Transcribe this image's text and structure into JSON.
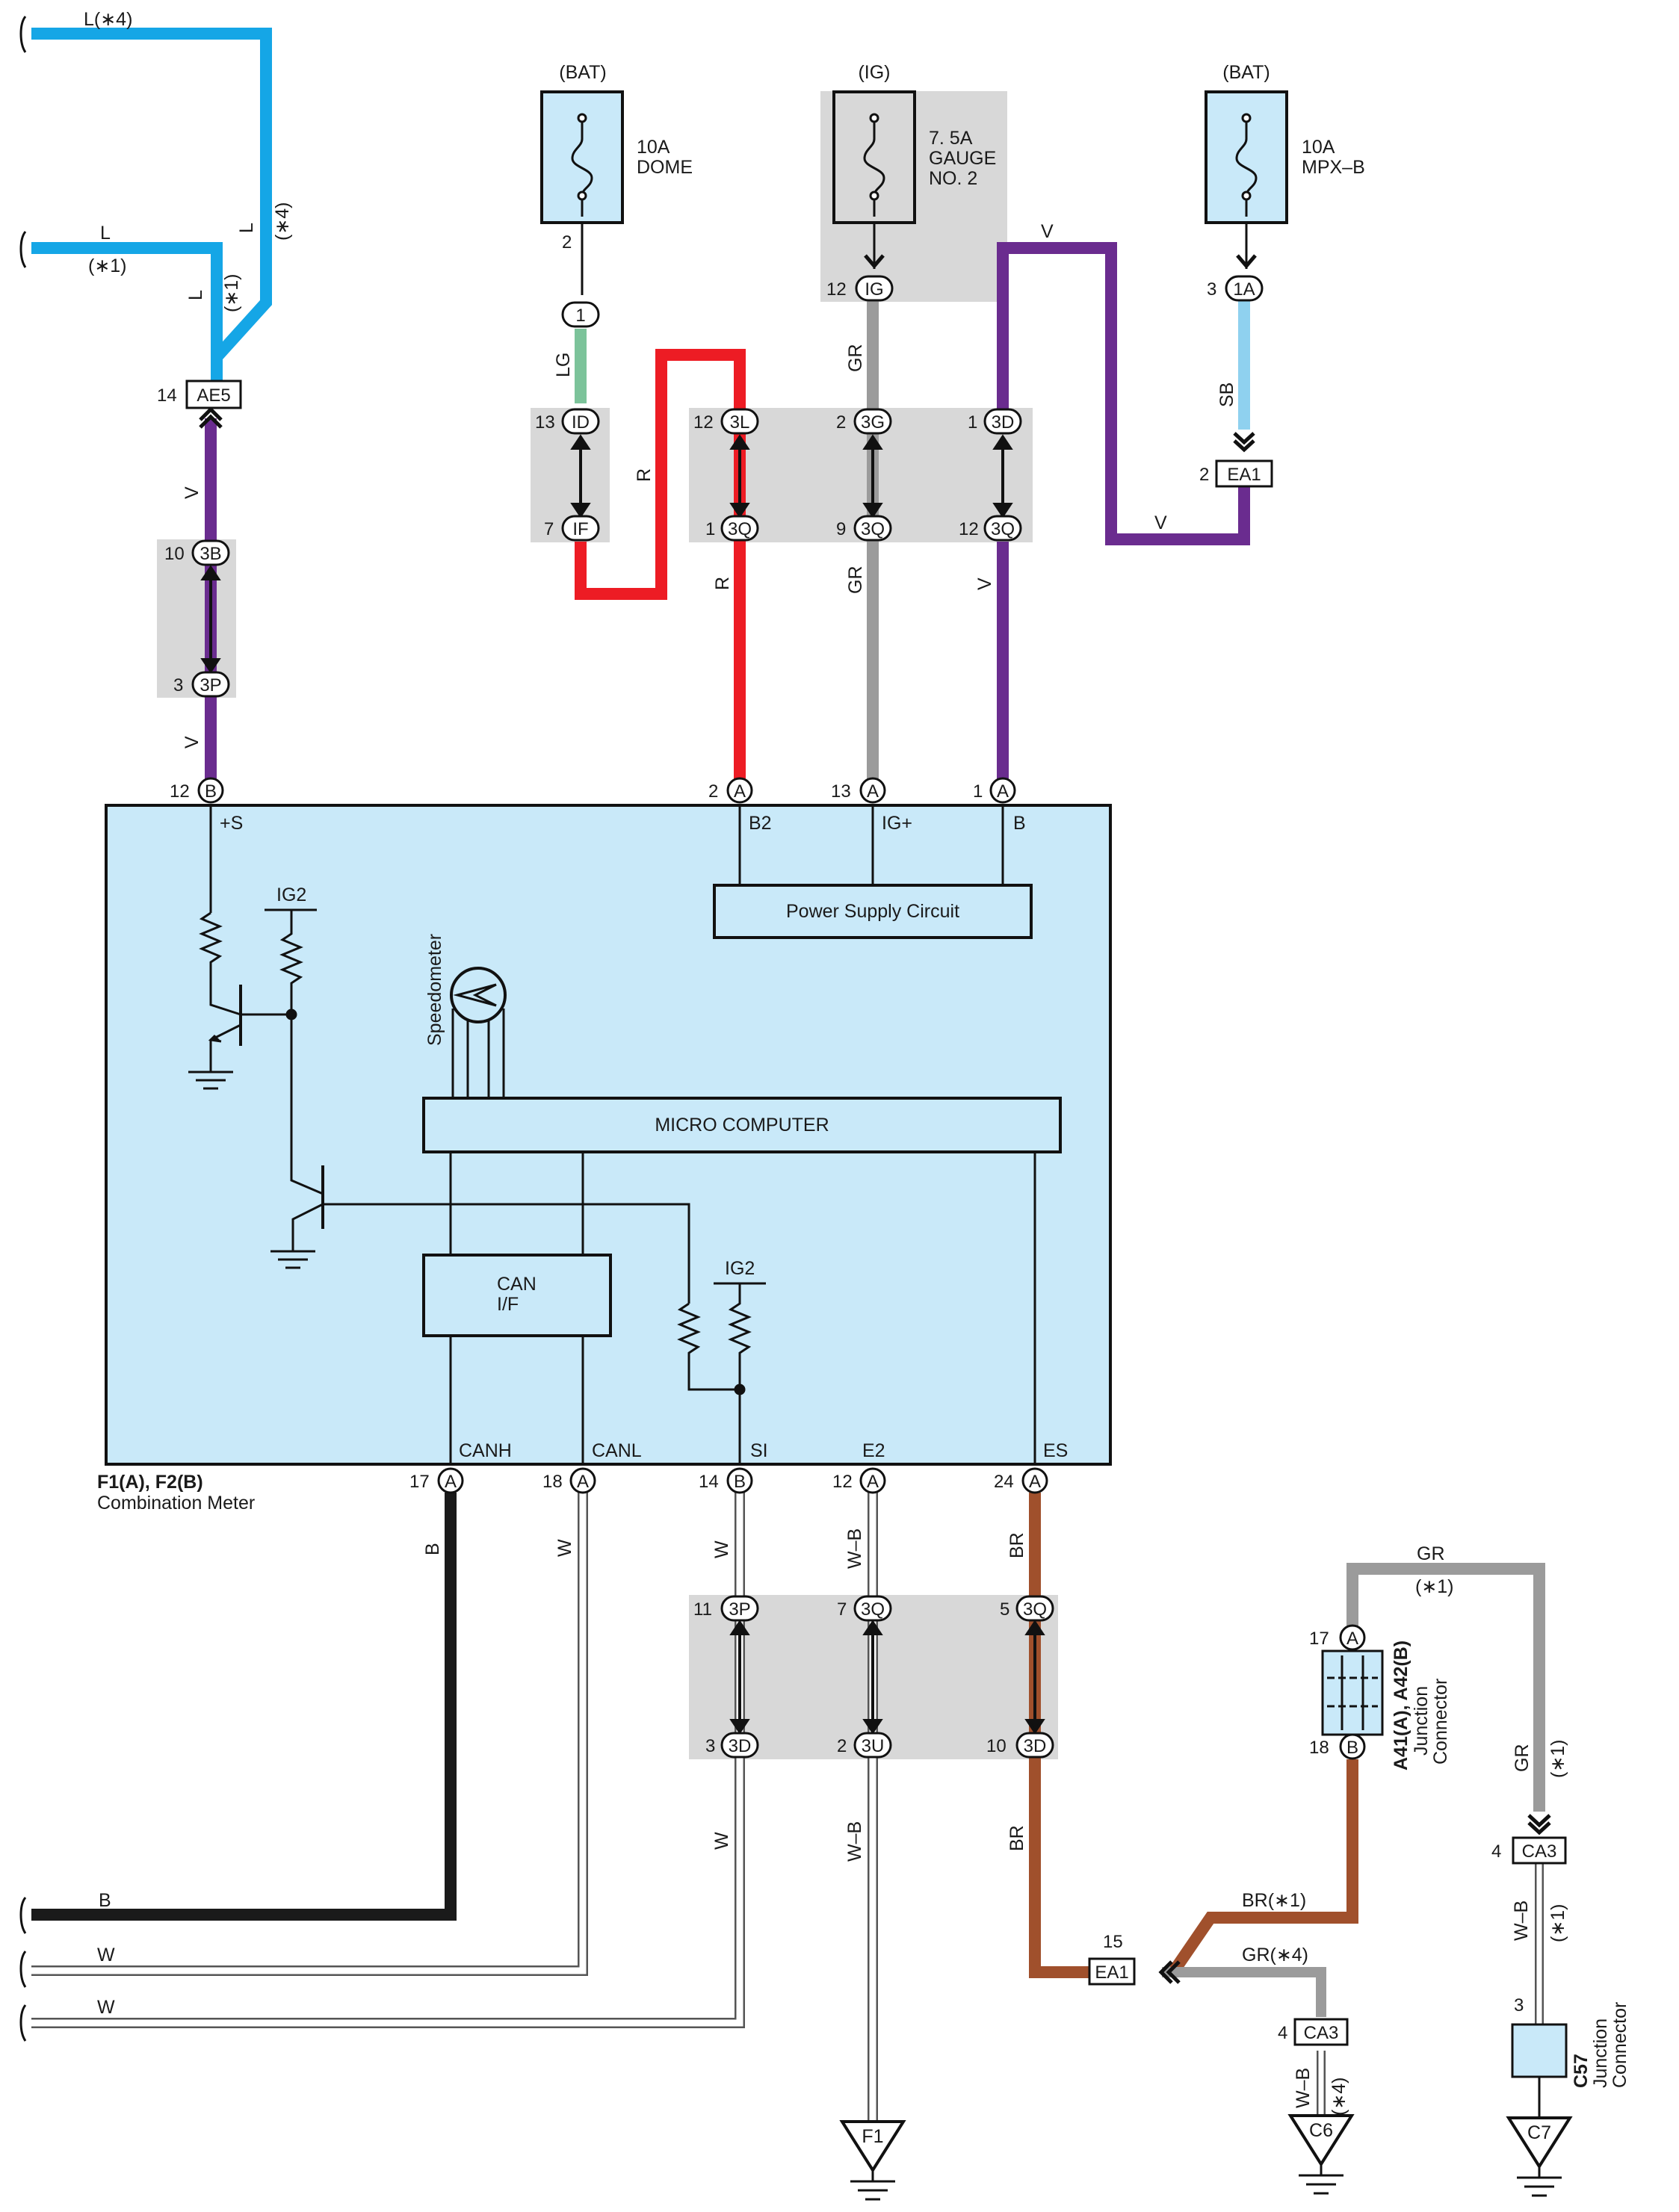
{
  "fuses": [
    {
      "source": "(BAT)",
      "rating": "10A",
      "name": "DOME"
    },
    {
      "source": "(IG)",
      "rating": "7. 5A",
      "name": "GAUGE",
      "name2": "NO. 2"
    },
    {
      "source": "(BAT)",
      "rating": "10A",
      "name": "MPX–B"
    }
  ],
  "wire_colors": {
    "L": "#15a6e6",
    "V": "#6a2c8f",
    "LG": "#7cc39a",
    "R": "#ed1c24",
    "GR": "#9b9b9b",
    "SB": "#8fd1ef",
    "B": "#1a1a1a",
    "W": "#ffffff",
    "W-B": "#ffffff",
    "BR": "#a0502c"
  },
  "panel_colors": {
    "component_fill": "#c9e9f9",
    "junction_fill": "#d8d8d8"
  },
  "wire_labels": {
    "l_star4": "L(∗4)",
    "l": "L",
    "star1": "(∗1)",
    "star4": "(∗4)",
    "v": "V",
    "lg": "LG",
    "r": "R",
    "gr": "GR",
    "sb": "SB",
    "b": "B",
    "w": "W",
    "wb": "W–B",
    "br": "BR",
    "br_star1": "BR(∗1)",
    "gr_star4": "GR(∗4)"
  },
  "connectors": {
    "ae5": "AE5",
    "b": "B",
    "a": "A",
    "one": "1",
    "id": "ID",
    "if": "IF",
    "3l": "3L",
    "3q": "3Q",
    "3g": "3G",
    "3d": "3D",
    "ig": "IG",
    "1a": "1A",
    "ea1": "EA1",
    "3b": "3B",
    "3p": "3P",
    "3u": "3U",
    "ca3": "CA3"
  },
  "pins": {
    "p14": "14",
    "p10": "10",
    "p3": "3",
    "p12": "12",
    "p2": "2",
    "p13": "13",
    "p1": "1",
    "p7": "7",
    "p9": "9",
    "p17": "17",
    "p18": "18",
    "p24": "24",
    "p11": "11",
    "p5": "5",
    "p15": "15",
    "p4": "4"
  },
  "meter": {
    "terminals": {
      "s": "+S",
      "b2": "B2",
      "igp": "IG+",
      "b": "B",
      "canh": "CANH",
      "canl": "CANL",
      "si": "SI",
      "e2": "E2",
      "es": "ES"
    },
    "ig2": "IG2",
    "power_supply": "Power Supply Circuit",
    "speedometer": "Speedometer",
    "micro": "MICRO COMPUTER",
    "can1": "CAN",
    "can2": "I/F",
    "id": "F1(A), F2(B)",
    "name": "Combination Meter"
  },
  "junctions": {
    "a41_id": "A41(A), A42(B)",
    "c57_id": "C57",
    "name1": "Junction",
    "name2": "Connector"
  },
  "grounds": {
    "f1": "F1",
    "c6": "C6",
    "c7": "C7"
  }
}
